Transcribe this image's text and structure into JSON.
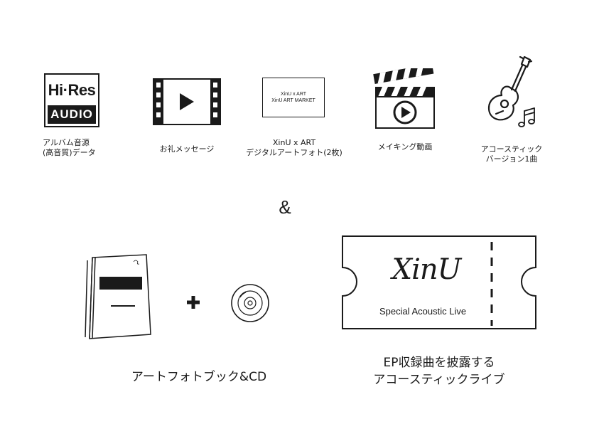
{
  "items": [
    {
      "badge_top": "Hi·Res",
      "badge_bottom": "AUDIO",
      "label": "アルバム音源\n(高音質)データ"
    },
    {
      "label": "お礼メッセージ"
    },
    {
      "box_line1": "XinU x ART",
      "box_line2": "XinU ART MARKET",
      "label": "XinU x ART\nデジタルアートフォト(2枚)"
    },
    {
      "label": "メイキング動画"
    },
    {
      "label": "アコースティック\nバージョン1曲"
    }
  ],
  "ampersand": "&",
  "bundle": {
    "plus": "+",
    "label": "アートフォトブック&CD"
  },
  "ticket": {
    "signature": "XinU",
    "subtitle": "Special Acoustic Live",
    "label": "EP収録曲を披露する\nアコースティックライブ"
  }
}
